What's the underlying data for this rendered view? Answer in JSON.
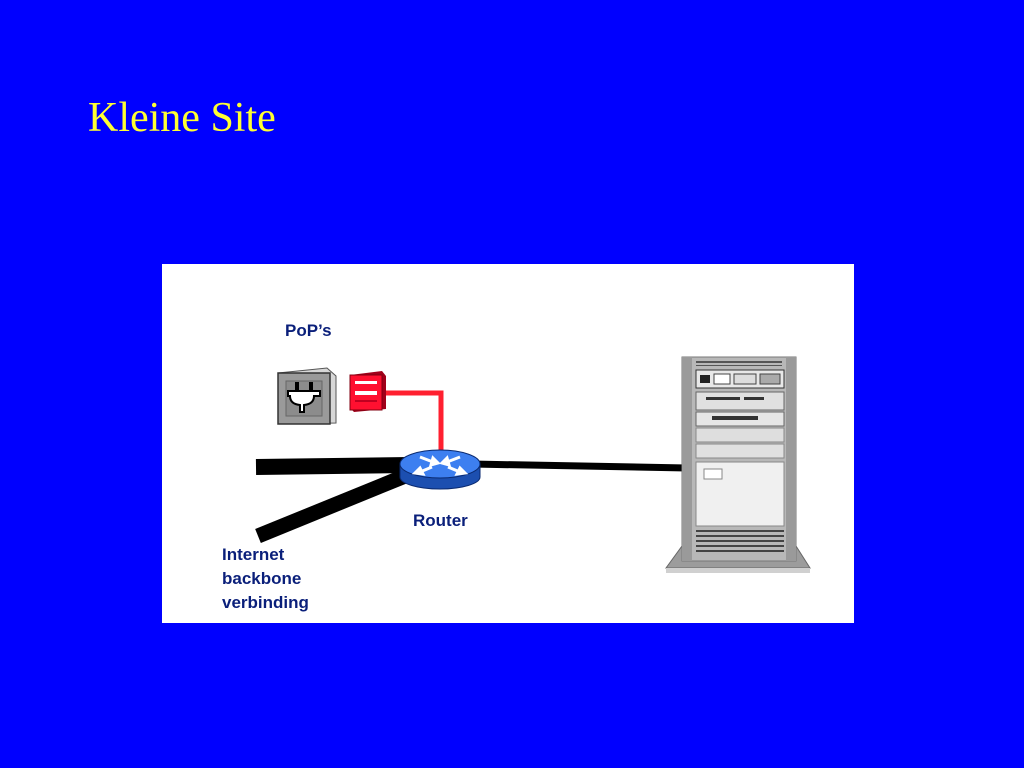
{
  "slide": {
    "title": "Kleine Site",
    "background_color": "#0000ff",
    "title_color": "#ffff33"
  },
  "diagram": {
    "labels": {
      "pops": "PoP’s",
      "router": "Router",
      "internet_line1": "Internet",
      "internet_line2": "backbone",
      "internet_line3": "verbinding"
    },
    "icons": {
      "pop": "power-plug-icon",
      "modem": "red-modem-icon",
      "router": "router-icon",
      "server": "server-rack-icon"
    },
    "colors": {
      "label": "#0a1f7a",
      "red_link": "#ff2030",
      "backbone": "#000000",
      "router": "#2a6fe0"
    }
  }
}
